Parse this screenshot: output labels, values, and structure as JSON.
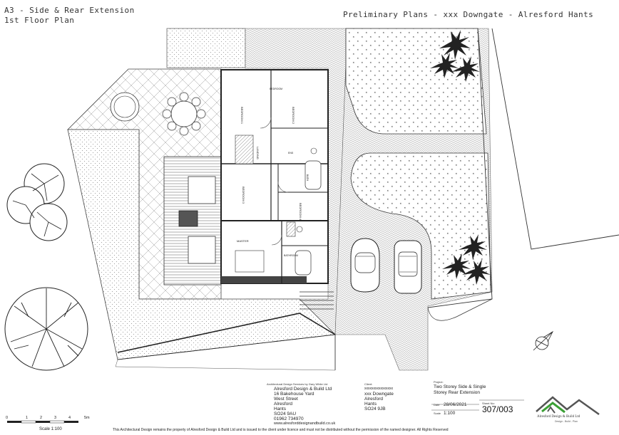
{
  "header": {
    "title_line1": "A3 - Side & Rear Extension",
    "title_line2": "1st Floor Plan",
    "right_title": "Preliminary Plans - xxx Downgate - Alresford Hants"
  },
  "plan": {
    "room_labels": [
      "BEDROOM 1",
      "BEDROOM 2",
      "BEDROOM 3",
      "BEDROOM 4",
      "MASTER",
      "LANDING",
      "BATHROOM",
      "BATH",
      "ENS",
      "BEDROOM"
    ]
  },
  "scale": {
    "ticks": [
      "0",
      "1",
      "2",
      "3",
      "4",
      "5m"
    ],
    "label": "Scale 1:100"
  },
  "designer": {
    "services_line": "Architectural Design Services by Gary White Ltd",
    "company": "Alresford Design & Build Ltd",
    "address": [
      "16 Bakehouse Yard",
      "West Street",
      "Alresford",
      "Hants",
      "SO24 9AU"
    ],
    "phone": "01962 734970",
    "website": "www.alresforddesignandbuild.co.uk"
  },
  "client": {
    "label": "Client:",
    "name": "xxxxxxxxxxxxxxxx",
    "address": [
      "xxx Downgate",
      "Alresford",
      "Hants",
      "SO24 9JB"
    ]
  },
  "project": {
    "label": "Project:",
    "line1": "Two Storey Side & Single",
    "line2": "Storey Rear Extension",
    "date_label": "Date",
    "date": "28/06/2021",
    "scale_label": "Scale",
    "scale": "1:100",
    "sheet_label": "Sheet No:",
    "sheet_no": "307/003"
  },
  "logo": {
    "name": "Alresford Design & Build Ltd",
    "tagline": "Design - Build - Plan"
  },
  "footer": {
    "disclaimer": "This Architectural Design remains the property of Alresford Design & Build Ltd and is issued to the client under licence and must not be distributed without the permission of the named designer. All Rights Reserved"
  }
}
